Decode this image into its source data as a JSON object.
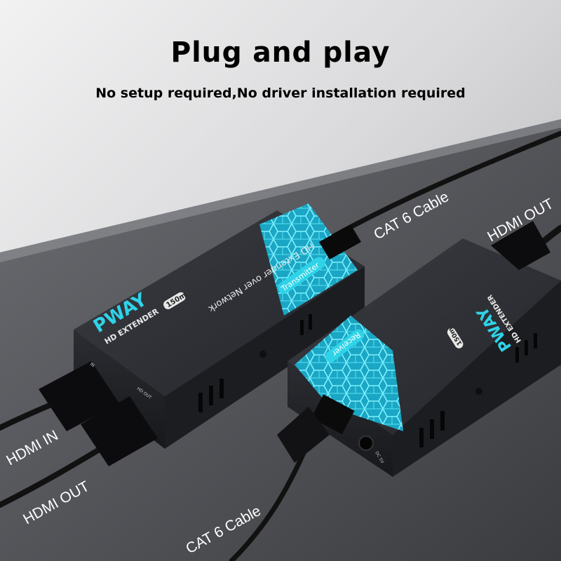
{
  "headline": "Plug and play",
  "subheadline": "No setup required,No driver installation required",
  "labels": {
    "cat6_top": "CAT 6 Cable",
    "hdmi_out_right": "HDMI OUT",
    "hdmi_in": "HDMI IN",
    "hdmi_out_left": "HDMI OUT",
    "cat6_bottom": "CAT 6 Cable"
  },
  "transmitter": {
    "brand": "PWAY",
    "model": "HD EXTENDER",
    "range_badge": "150m",
    "description": "HD Extender over Network",
    "role_badge": "Transmitter",
    "port_in": "IN",
    "port_out": "HD OUT"
  },
  "receiver": {
    "brand": "PWAY",
    "model": "HD EXTENDER",
    "range_badge": "150m",
    "role_badge": "Receiver",
    "power_label": "DC 5V"
  },
  "colors": {
    "accent_cyan": "#2fd3e8",
    "device_body": "#2a2c31",
    "background_light": "#e6e6e8",
    "background_dark": "#4a4b50"
  }
}
